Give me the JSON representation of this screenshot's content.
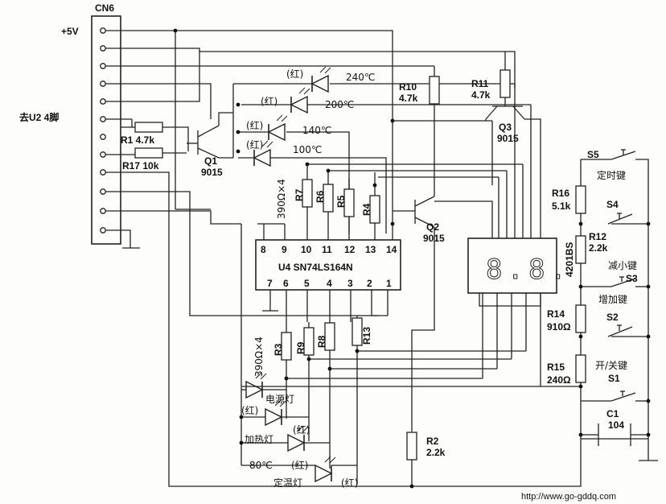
{
  "connector": {
    "name": "CN6",
    "supply": "+5V",
    "destination": "去U2 4脚"
  },
  "resistors": {
    "r1": "R1 4.7k",
    "r17": "R17 10k",
    "r10": "R10",
    "r10v": "4.7k",
    "r11": "R11",
    "r11v": "4.7k",
    "r7": "R7",
    "r6": "R6",
    "r5": "R5",
    "r4": "R4",
    "r4_7_value": "390Ω×4",
    "r3": "R3",
    "r9": "R9",
    "r8": "R8",
    "r13": "R13",
    "r3_9_value": "390Ω×4",
    "r16": "R16",
    "r16v": "5.1k",
    "r12": "R12",
    "r12v": "2.2k",
    "r14": "R14",
    "r14v": "910Ω",
    "r15": "R15",
    "r15v": "240Ω",
    "r2": "R2",
    "r2v": "2.2k"
  },
  "transistors": {
    "q1": "Q1",
    "q1t": "9015",
    "q2": "Q2",
    "q2t": "9015",
    "q3": "Q3",
    "q3t": "9015"
  },
  "ic": {
    "label": "U4 SN74LS164N",
    "top_pins": [
      "8",
      "9",
      "10",
      "11",
      "12",
      "13",
      "14"
    ],
    "bottom_pins": [
      "7",
      "6",
      "5",
      "4",
      "3",
      "2",
      "1"
    ]
  },
  "display": {
    "model": "4201BS",
    "digits": "8.8."
  },
  "leds": {
    "red": "(红)",
    "t240": "240℃",
    "t200": "200℃",
    "t140": "140℃",
    "t100": "100℃",
    "power": "电源灯",
    "heat": "加热灯",
    "t80": "80℃",
    "settemp": "定温灯"
  },
  "switches": {
    "s5": "S5",
    "s5l": "定时键",
    "s4": "S4",
    "s3": "S3",
    "s3l": "减小键",
    "s2l": "增加键",
    "s2": "S2",
    "s1l": "开/关键",
    "s1": "S1"
  },
  "capacitor": {
    "name": "C1",
    "value": "104"
  },
  "watermark": "http://www.go-gddq.com"
}
